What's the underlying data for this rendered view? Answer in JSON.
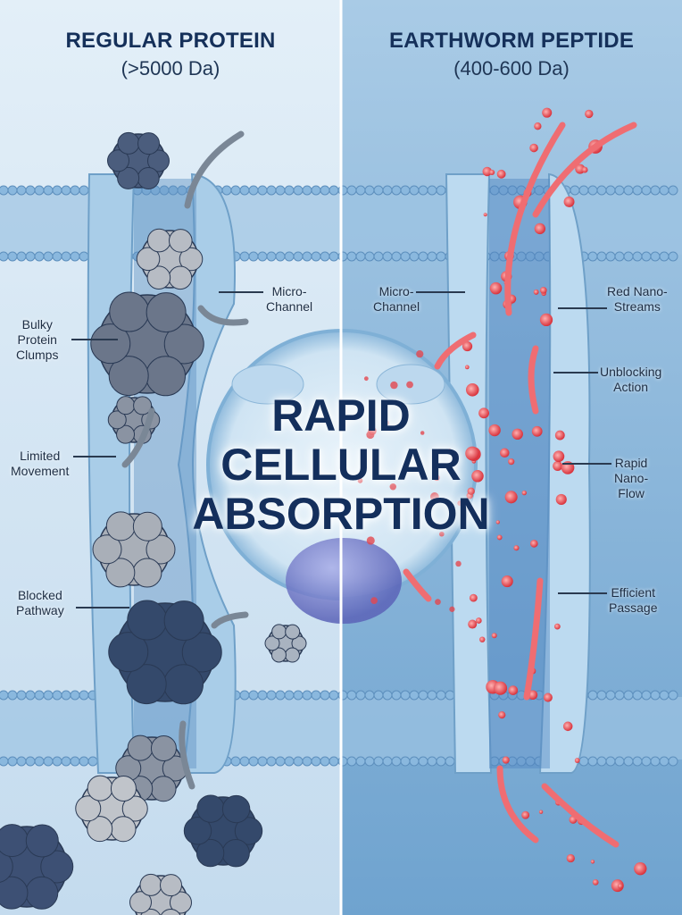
{
  "left_panel": {
    "title": "REGULAR PROTEIN",
    "subtitle": "(>5000 Da)",
    "labels": {
      "micro_channel": "Micro-\nChannel",
      "bulky_protein_clumps": "Bulky\nProtein\nClumps",
      "limited_movement": "Limited\nMovement",
      "blocked_pathway": "Blocked\nPathway"
    }
  },
  "right_panel": {
    "title": "EARTHWORM PEPTIDE",
    "subtitle": "(400-600 Da)",
    "labels": {
      "micro_channel": "Micro-\nChannel",
      "red_nano_streams": "Red Nano-\nStreams",
      "unblocking_action": "Unblocking\nAction",
      "rapid_nano_flow": "Rapid\nNano-\nFlow",
      "efficient_passage": "Efficient\nPassage"
    }
  },
  "center_title": "RAPID\nCELLULAR\nABSORPTION",
  "colors": {
    "left_bg": "#d3e6f3",
    "right_bg": "#86b6da",
    "title_text": "#142f5c",
    "peptide_red": "#e4474f",
    "protein_gray": "#7b8797"
  }
}
